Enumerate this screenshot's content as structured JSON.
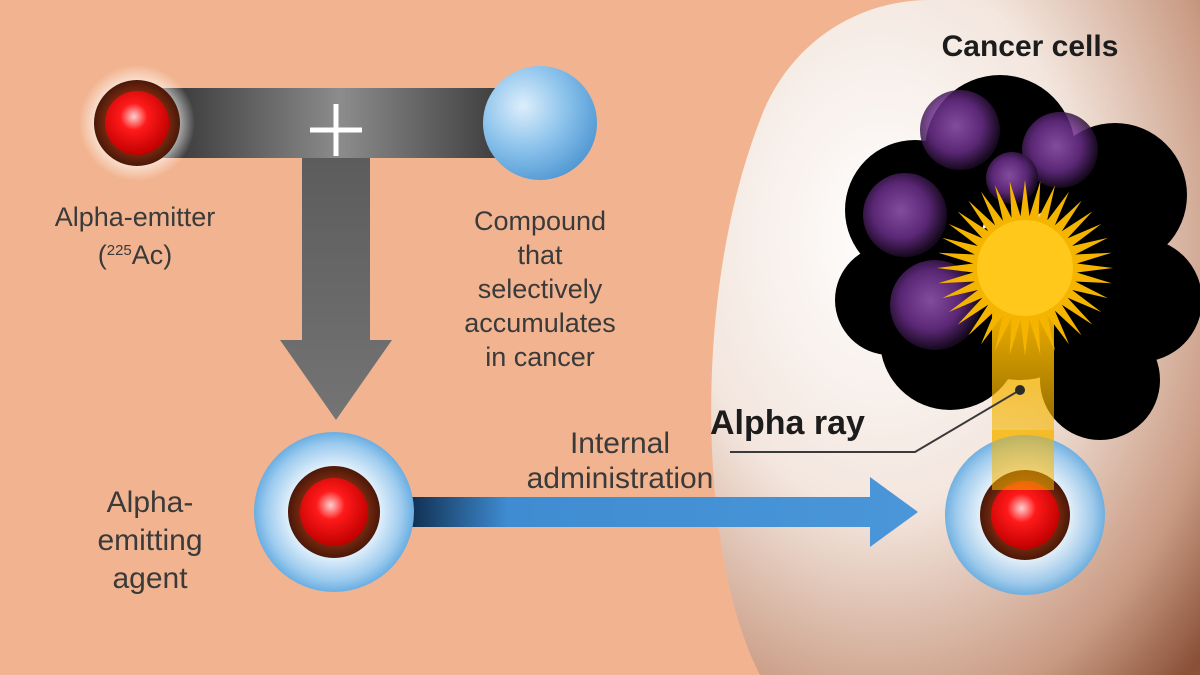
{
  "labels": {
    "cancer_cells": "Cancer cells",
    "alpha_emitter_name": "Alpha-emitter",
    "alpha_emitter_isotope_open": "(",
    "alpha_emitter_isotope_mass": "225",
    "alpha_emitter_isotope_element": "Ac)",
    "compound": [
      "Compound",
      "that",
      "selectively",
      "accumulates",
      "in cancer"
    ],
    "agent": [
      "Alpha-",
      "emitting",
      "agent"
    ],
    "internal_administration": [
      "Internal",
      "administration"
    ],
    "alpha_ray": "Alpha ray",
    "plus_sign": "+"
  },
  "colors": {
    "background": "#F2B490",
    "emitter_core": "#E00000",
    "emitter_ring": "#7A2A10",
    "compound_blue": "#5AA6DE",
    "arrow_gray": "#6E6E6E",
    "arrow_blue": "#3F8CD2",
    "cancer_purple": "#6A2E8A",
    "alpha_ray_yellow": "#F5B400"
  }
}
